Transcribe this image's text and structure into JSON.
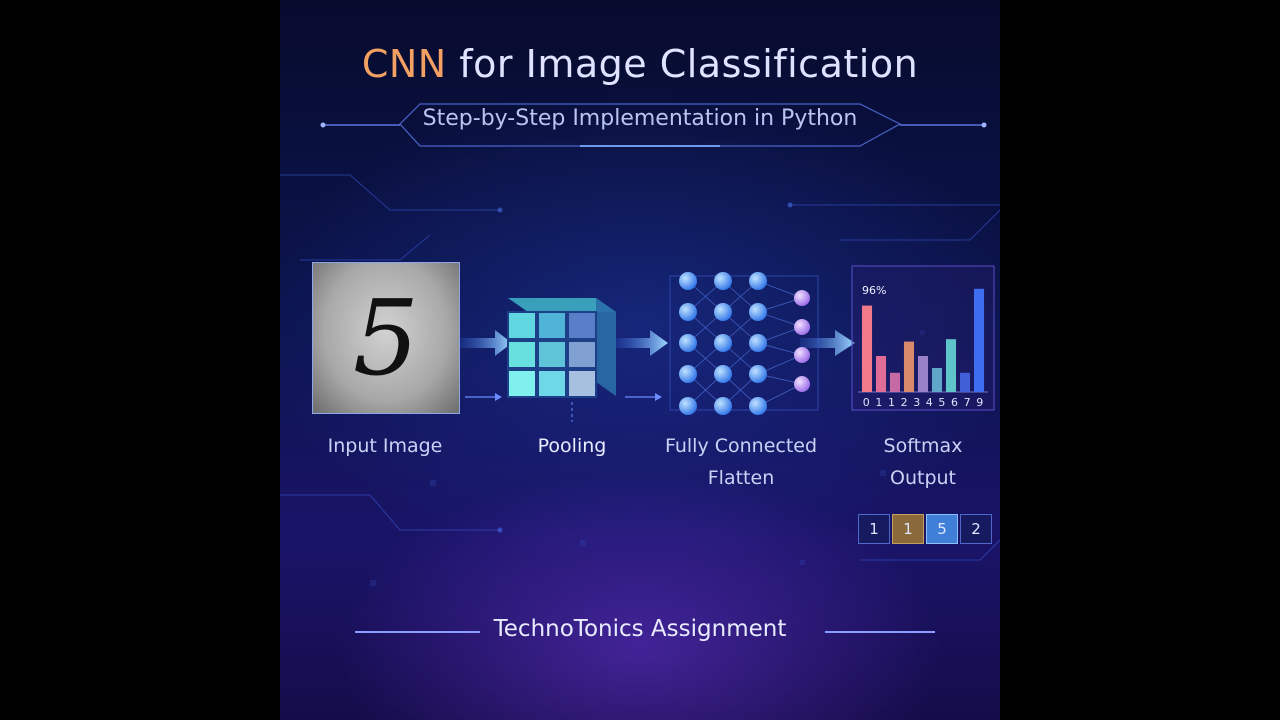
{
  "title": {
    "accent": "CNN",
    "rest": " for Image Classification"
  },
  "subtitle": "Step-by-Step Implementation in Python",
  "stages": {
    "input": "Input Image",
    "pooling": "Pooling",
    "fc_line1": "Fully Connected",
    "fc_line2": "Flatten",
    "softmax_line1": "Softmax",
    "softmax_line2": "Output"
  },
  "input_digit": "5",
  "footer": "TechnoTonics Assignment",
  "prediction_boxes": [
    "1",
    "1",
    "5",
    "2"
  ],
  "colors": {
    "accent": "#f3a063",
    "title": "#dfe3ff",
    "cube": "#5fd6e0",
    "node": "#3f8cf0"
  },
  "chart_data": {
    "type": "bar",
    "categories": [
      "0",
      "1",
      "1",
      "2",
      "3",
      "4",
      "5",
      "6",
      "7",
      "9"
    ],
    "values": [
      0.72,
      0.3,
      0.16,
      0.42,
      0.3,
      0.2,
      0.44,
      0.16,
      0.86
    ],
    "annotation": "96%",
    "ylim": [
      0,
      1
    ],
    "bar_colors": [
      "#f07a8a",
      "#e06d96",
      "#c66aa6",
      "#d98a6a",
      "#9a82c8",
      "#5fa6c8",
      "#5fc4c9",
      "#3f60d6",
      "#3f6df0"
    ]
  }
}
